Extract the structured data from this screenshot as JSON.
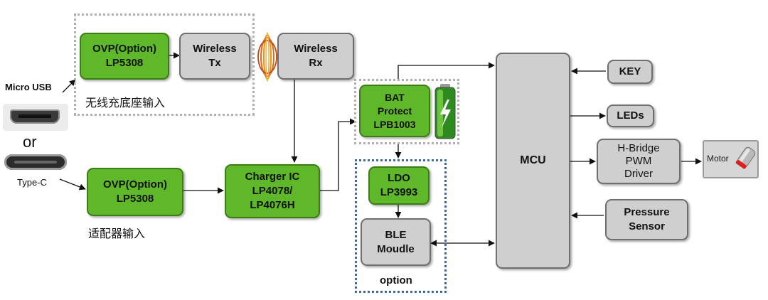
{
  "blocks": {
    "ovp_wireless": "OVP(Option)\nLP5308",
    "wireless_tx": "Wireless\nTx",
    "wireless_rx": "Wireless\nRx",
    "bat_protect": "BAT\nProtect\nLPB1003",
    "ovp_adapter": "OVP(Option)\nLP5308",
    "charger": "Charger IC\nLP4078/\nLP4076H",
    "ldo": "LDO\nLP3993",
    "ble": "BLE\nMoudle",
    "mcu": "MCU",
    "key": "KEY",
    "leds": "LEDs",
    "hbridge": "H-Bridge\nPWM\nDriver",
    "pressure": "Pressure\nSensor",
    "motor": "Motor"
  },
  "labels": {
    "micro_usb": "Micro USB",
    "or": "or",
    "type_c": "Type-C",
    "wireless_input": "无线充底座输入",
    "adapter_input": "适配器输入",
    "option": "option"
  },
  "colors": {
    "block_green": "#5fb82a",
    "block_gray": "#cfcfcf",
    "option_border": "#2f6db5",
    "dashed_gray": "#b0b0b0"
  }
}
